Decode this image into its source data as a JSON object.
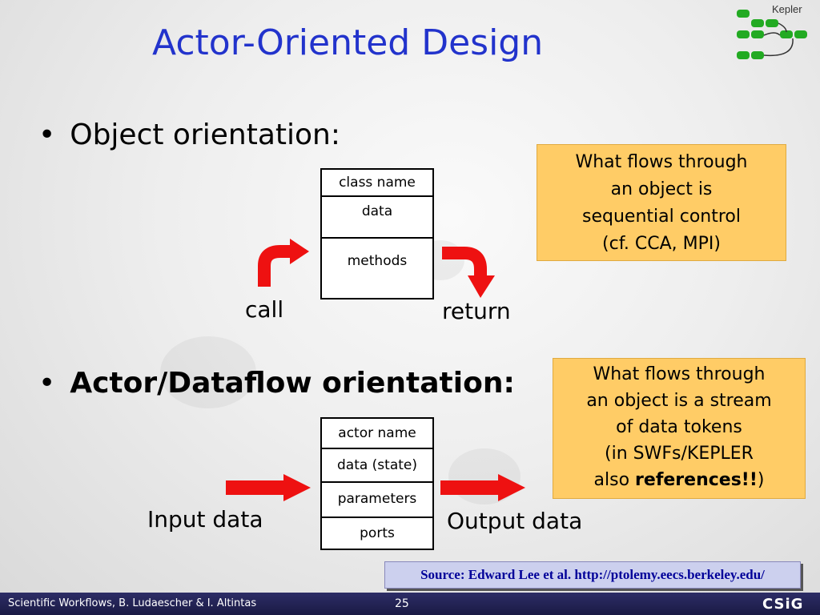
{
  "slide": {
    "title": "Actor-Oriented Design",
    "logo_text": "Kepler"
  },
  "bullets": [
    {
      "text": "Object orientation:"
    },
    {
      "text": "Actor/Dataflow orientation:"
    }
  ],
  "object_box": {
    "cells": [
      "class name",
      "data",
      "methods"
    ]
  },
  "object_labels": {
    "call": "call",
    "return": "return"
  },
  "actor_box": {
    "cells": [
      "actor name",
      "data (state)",
      "parameters",
      "ports"
    ]
  },
  "actor_labels": {
    "input": "Input data",
    "output": "Output data"
  },
  "notes": {
    "object": [
      "What flows through",
      "an object is",
      "sequential control",
      "(cf. CCA, MPI)"
    ],
    "actor": {
      "lines": [
        "What flows through",
        "an object is a stream",
        "of data tokens",
        "(in SWFs/KEPLER"
      ],
      "last_prefix": "also ",
      "last_bold": "references!!",
      "last_suffix": ")"
    }
  },
  "source": "Source: Edward Lee et al. http://ptolemy.eecs.berkeley.edu/",
  "footer": {
    "left_text": "Scientific Workflows, B. Ludaescher & I. Altintas",
    "page_number": "25",
    "right_logo": "CSiG"
  },
  "colors": {
    "title": "#2233cc",
    "arrow": "#ee1111",
    "note_bg": "#ffcc66",
    "logo_green": "#22aa22",
    "footer_bg": "#2d2d66"
  }
}
